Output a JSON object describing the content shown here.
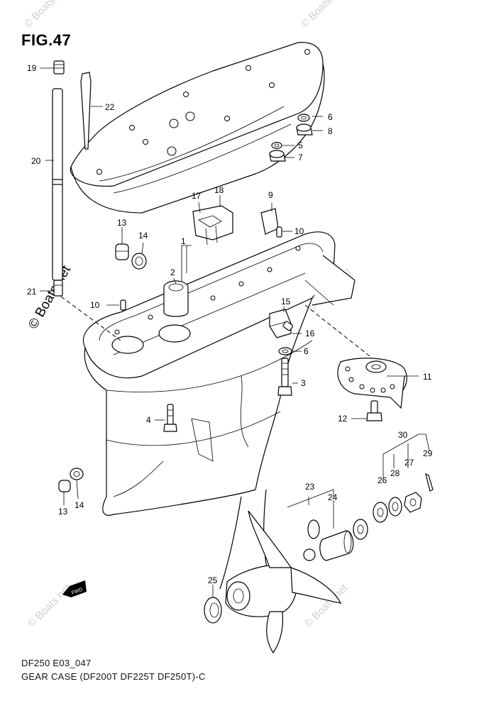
{
  "figure": {
    "title": "FIG.47"
  },
  "caption": {
    "model_line": "DF250 E03_047",
    "description": "GEAR CASE (DF200T DF225T DF250T)-C"
  },
  "watermark": {
    "main": "© Boats.net",
    "faint": "© Boats.net"
  },
  "direction_marker": {
    "label": "FWD"
  },
  "callouts": {
    "p1": "1",
    "p2": "2",
    "p3": "3",
    "p4": "4",
    "p5": "5",
    "p6a": "6",
    "p6b": "6",
    "p7": "7",
    "p8": "8",
    "p9": "9",
    "p10a": "10",
    "p10b": "10",
    "p11": "11",
    "p12": "12",
    "p13a": "13",
    "p13b": "13",
    "p14a": "14",
    "p14b": "14",
    "p15": "15",
    "p16": "16",
    "p17": "17",
    "p18": "18",
    "p19": "19",
    "p20": "20",
    "p21": "21",
    "p22": "22",
    "p23": "23",
    "p24": "24",
    "p25": "25",
    "p26": "26",
    "p27": "27",
    "p28": "28",
    "p29": "29",
    "p30": "30"
  }
}
